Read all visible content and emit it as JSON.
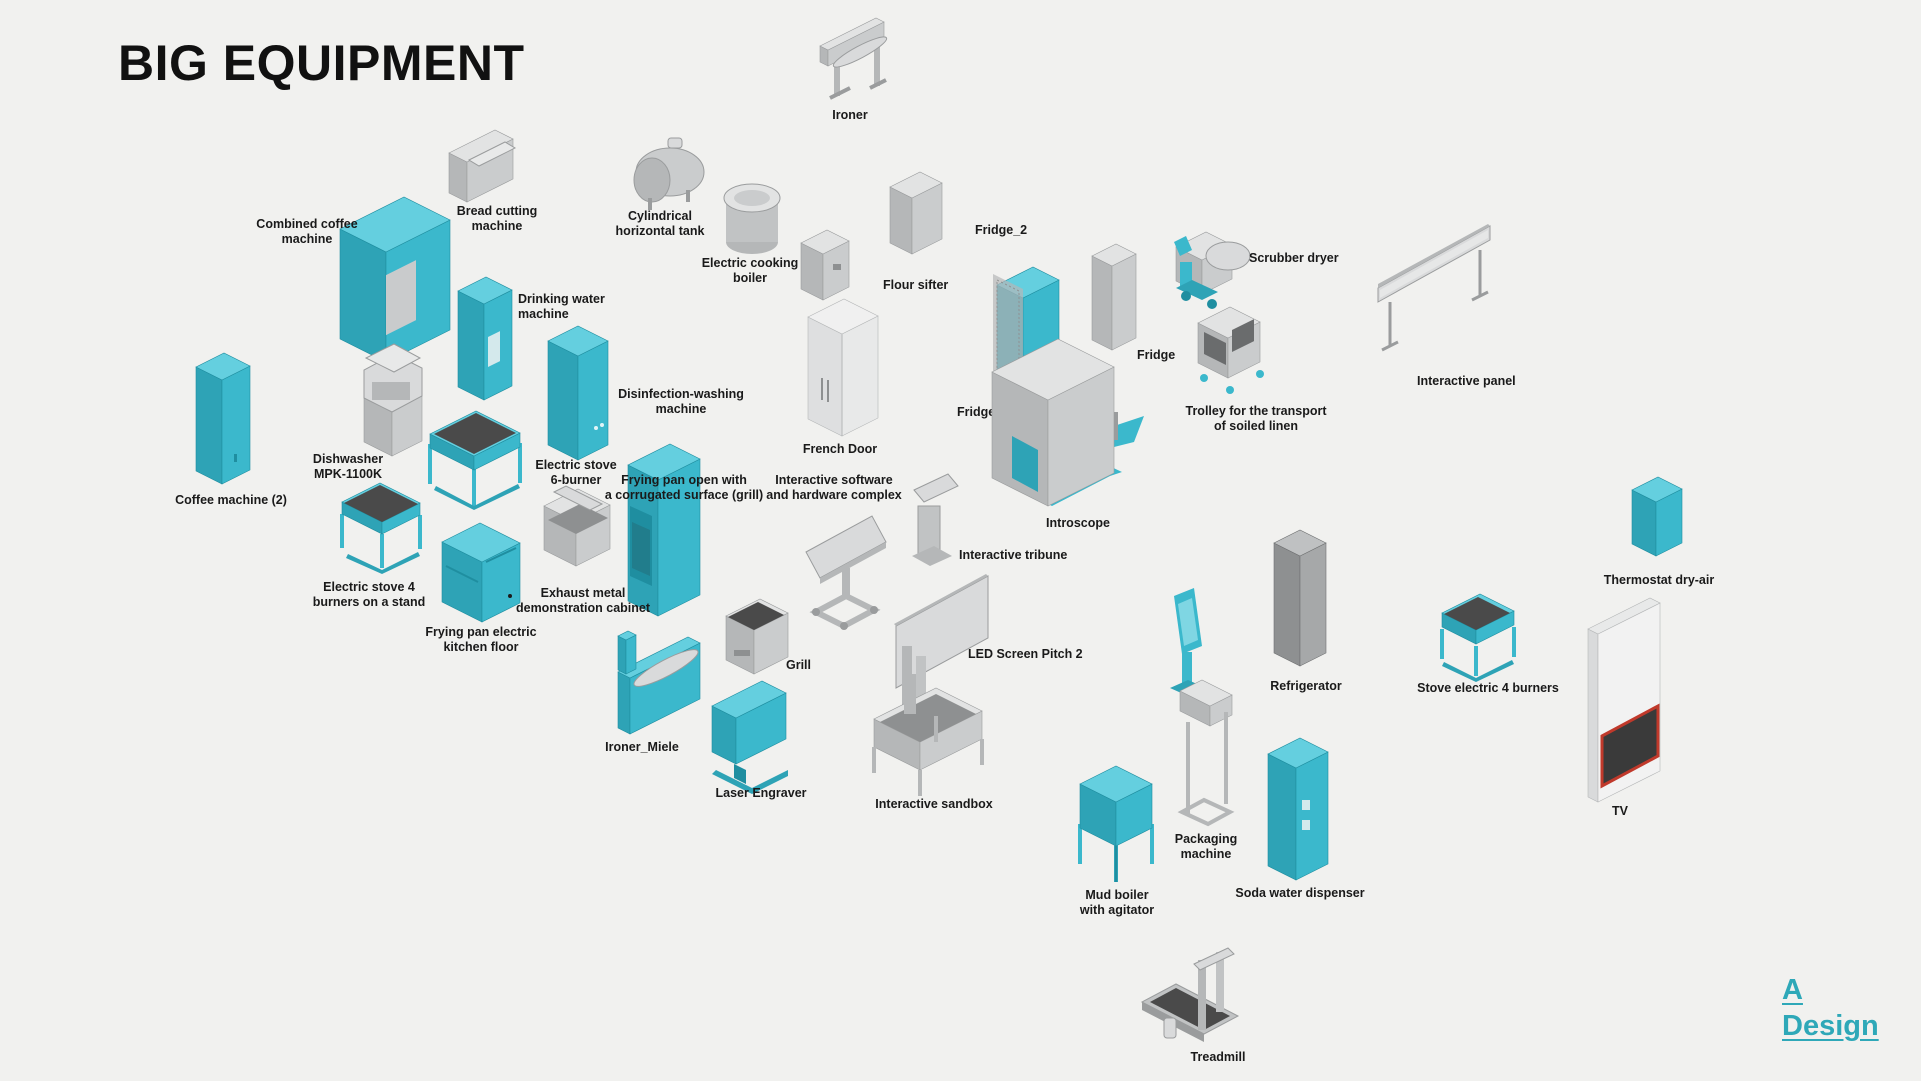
{
  "title": "BIG EQUIPMENT",
  "logo": {
    "line1": "A",
    "line2": "Design"
  },
  "colors": {
    "accent": "#3bb8cc",
    "gray": "#c9cbcc",
    "dark": "#4a4a4a",
    "tv_frame": "#c0392b"
  },
  "items": [
    {
      "id": "ironer",
      "label": "Ironer"
    },
    {
      "id": "bread-cutting-machine",
      "label": "Bread cutting\nmachine"
    },
    {
      "id": "cylindrical-horizontal-tank",
      "label": "Cylindrical\nhorizontal tank"
    },
    {
      "id": "electric-cooking-boiler",
      "label": "Electric cooking\nboiler"
    },
    {
      "id": "fridge-2",
      "label": "Fridge_2"
    },
    {
      "id": "flour-sifter",
      "label": "Flour sifter"
    },
    {
      "id": "scrubber-dryer",
      "label": "Scrubber dryer"
    },
    {
      "id": "combined-coffee-machine",
      "label": "Combined coffee\nmachine"
    },
    {
      "id": "drinking-water-machine",
      "label": "Drinking water\nmachine"
    },
    {
      "id": "fridge-a",
      "label": "Fridge"
    },
    {
      "id": "interactive-panel",
      "label": "Interactive panel"
    },
    {
      "id": "disinfection-washing-machine",
      "label": "Disinfection-washing\nmachine"
    },
    {
      "id": "fridge-b",
      "label": "Fridge"
    },
    {
      "id": "trolley-soiled-linen",
      "label": "Trolley for the transport\nof soiled linen"
    },
    {
      "id": "french-door",
      "label": "French Door"
    },
    {
      "id": "dishwasher",
      "label": "Dishwasher\nMPK-1100K"
    },
    {
      "id": "electric-stove-6",
      "label": "Electric stove\n6-burner"
    },
    {
      "id": "frying-pan-grill",
      "label": "Frying pan open with\na corrugated surface (grill)"
    },
    {
      "id": "interactive-software",
      "label": "Interactive software\nand hardware complex"
    },
    {
      "id": "coffee-machine-2",
      "label": "Coffee machine (2)"
    },
    {
      "id": "introscope",
      "label": "Introscope"
    },
    {
      "id": "interactive-tribune",
      "label": "Interactive tribune"
    },
    {
      "id": "thermostat-dry-air",
      "label": "Thermostat dry-air"
    },
    {
      "id": "electric-stove-4-stand",
      "label": "Electric stove 4\nburners on a stand"
    },
    {
      "id": "exhaust-cabinet",
      "label": "Exhaust metal\ndemonstration cabinet"
    },
    {
      "id": "frying-pan-floor",
      "label": "Frying pan electric\nkitchen floor"
    },
    {
      "id": "grill",
      "label": "Grill"
    },
    {
      "id": "led-screen",
      "label": "LED Screen Pitch 2"
    },
    {
      "id": "refrigerator",
      "label": "Refrigerator"
    },
    {
      "id": "stove-electric-4",
      "label": "Stove electric 4 burners"
    },
    {
      "id": "ironer-miele",
      "label": "Ironer_Miele"
    },
    {
      "id": "laser-engraver",
      "label": "Laser Engraver"
    },
    {
      "id": "interactive-sandbox",
      "label": "Interactive sandbox"
    },
    {
      "id": "tv",
      "label": "TV"
    },
    {
      "id": "packaging-machine",
      "label": "Packaging\nmachine"
    },
    {
      "id": "soda-water-dispenser",
      "label": "Soda water dispenser"
    },
    {
      "id": "mud-boiler",
      "label": "Mud boiler\nwith agitator"
    },
    {
      "id": "treadmill",
      "label": "Treadmill"
    }
  ]
}
